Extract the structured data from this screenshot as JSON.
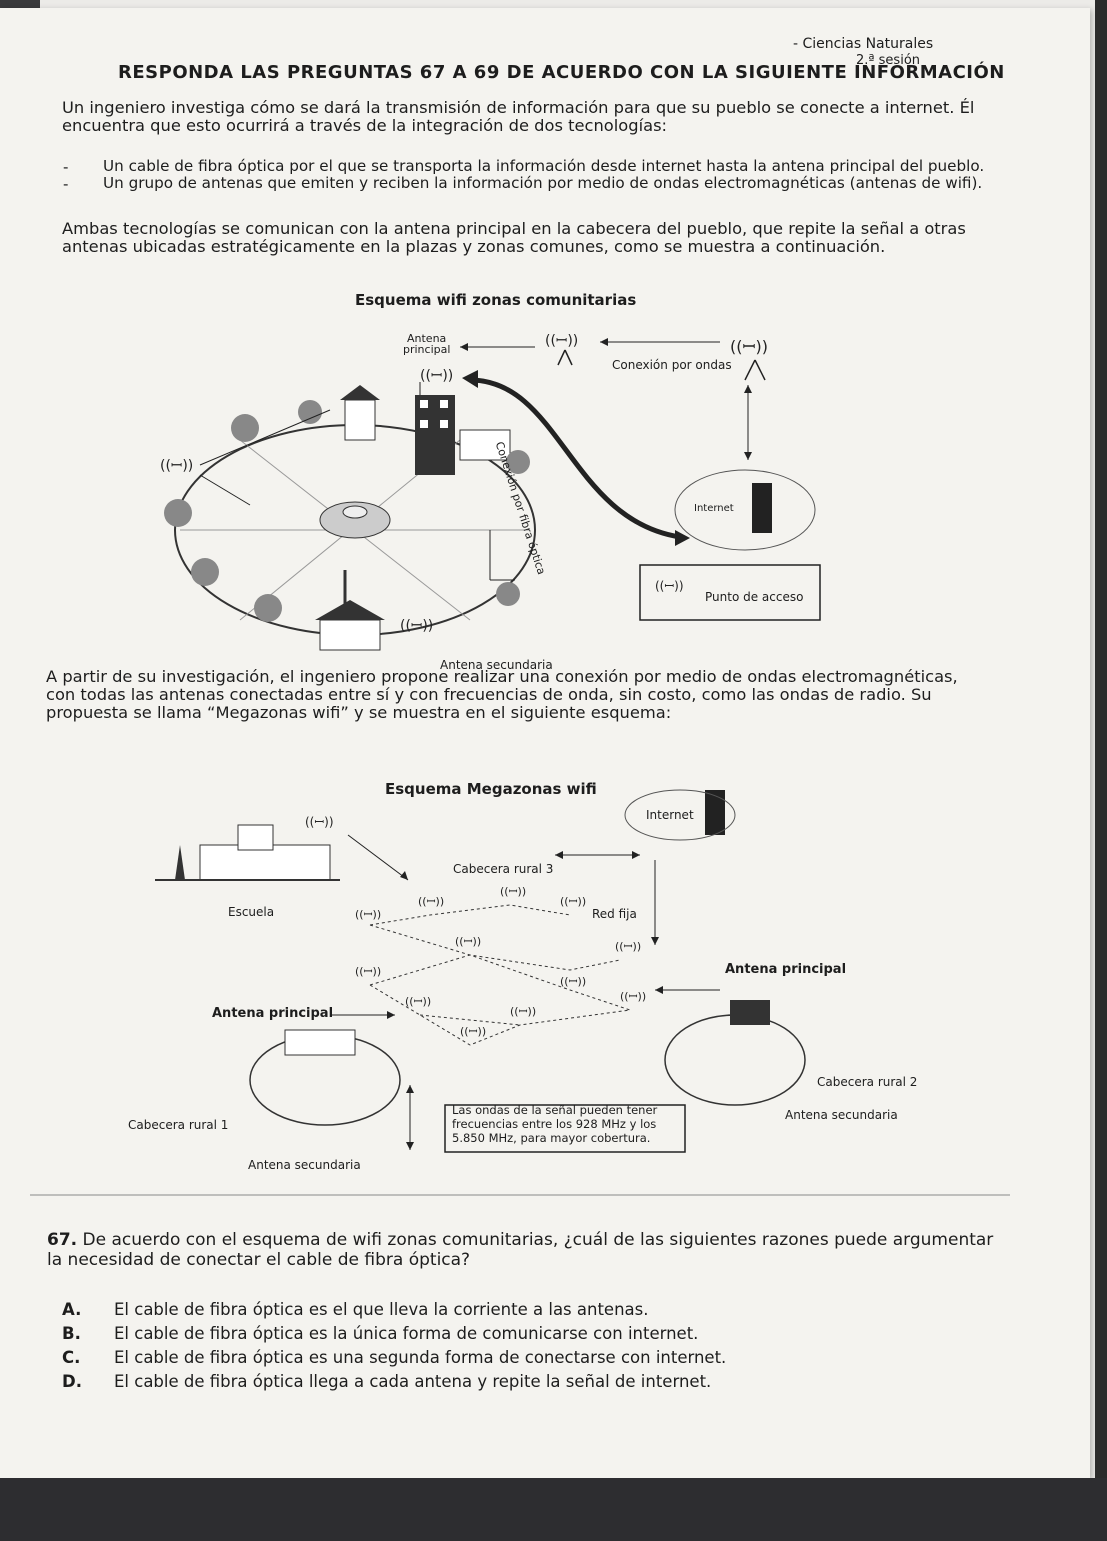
{
  "header": {
    "subject": "- Ciencias Naturales",
    "session": "2.ª sesión",
    "heading": "RESPONDA LAS PREGUNTAS 67 A 69 DE ACUERDO CON LA SIGUIENTE INFORMACIÓN"
  },
  "intro": {
    "paragraph": "Un ingeniero investiga cómo se dará la transmisión de información para que su pueblo se conecte a internet. Él encuentra que esto ocurrirá a través de la integración de dos tecnologías:",
    "bullets": [
      "Un cable de fibra óptica por el que se transporta la información desde internet hasta la antena principal del pueblo.",
      "Un grupo de antenas que emiten y reciben la información por medio de ondas electromagnéticas (antenas de wifi)."
    ],
    "paragraph2": "Ambas tecnologías se comunican con la antena principal en la cabecera del pueblo, que repite la señal a otras antenas ubicadas estratégicamente en la plazas y zonas comunes, como se muestra a continuación."
  },
  "diagram1": {
    "title": "Esquema wifi zonas comunitarias",
    "labels": {
      "antena_principal_1": "Antena",
      "antena_principal_2": "principal",
      "conexion_ondas": "Conexión por ondas",
      "fibra": "Conexión por fibra óptica",
      "internet": "Internet",
      "punto_acceso": "Punto de acceso",
      "antena_secundaria": "Antena secundaria"
    }
  },
  "paragraph3": "A partir de su investigación, el ingeniero propone realizar una conexión por medio de ondas electromagnéticas, con todas las antenas conectadas entre sí y con frecuencias de onda, sin costo, como las ondas de radio. Su propuesta se llama “Megazonas wifi” y se muestra en el siguiente esquema:",
  "diagram2": {
    "title": "Esquema Megazonas wifi",
    "labels": {
      "internet": "Internet",
      "cabecera3": "Cabecera rural 3",
      "escuela": "Escuela",
      "red_fija": "Red fija",
      "antena_principal_r": "Antena principal",
      "antena_principal_l": "Antena principal",
      "cabecera2": "Cabecera rural 2",
      "antena_secundaria_r": "Antena secundaria",
      "cabecera1": "Cabecera rural 1",
      "antena_secundaria_l": "Antena secundaria",
      "note1": "Las ondas de la señal pueden tener",
      "note2": "frecuencias entre los 928 MHz y los",
      "note3": "5.850 MHz, para mayor cobertura."
    }
  },
  "question": {
    "number": "67.",
    "text": "De acuerdo con el esquema de wifi zonas comunitarias, ¿cuál de las siguientes razones puede argumentar la necesidad de conectar el cable de fibra óptica?",
    "options": [
      {
        "letter": "A.",
        "text": "El cable de fibra óptica es el que lleva la corriente a las antenas."
      },
      {
        "letter": "B.",
        "text": "El cable de fibra óptica es la única forma de comunicarse con internet."
      },
      {
        "letter": "C.",
        "text": "El cable de fibra óptica es una segunda forma de conectarse con internet."
      },
      {
        "letter": "D.",
        "text": "El cable de fibra óptica llega a cada antena y repite la señal de internet."
      }
    ]
  }
}
